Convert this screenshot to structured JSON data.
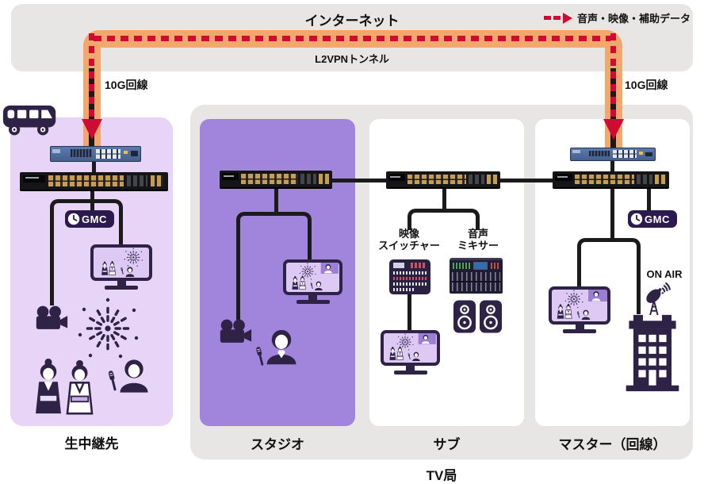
{
  "internet": {
    "title": "インターネット",
    "tunnel_label": "L2VPNトンネル",
    "line_label_left": "10G回線",
    "line_label_right": "10G回線"
  },
  "legend": {
    "flow_label": "音声・映像・補助データ"
  },
  "gmc": {
    "label": "GMC"
  },
  "sub": {
    "video_switcher_line1": "映像",
    "video_switcher_line2": "スイッチャー",
    "audio_mixer_line1": "音声",
    "audio_mixer_line2": "ミキサー"
  },
  "master": {
    "on_air_label": "ON AIR"
  },
  "panels": {
    "remote_label": "生中継先",
    "studio_label": "スタジオ",
    "sub_label": "サブ",
    "master_label": "マスター（回線）",
    "tv_station_label": "TV局"
  },
  "icons": [
    "bus",
    "video-camera",
    "fireworks",
    "kimono-person",
    "microphone",
    "reporter",
    "announcer",
    "monitor",
    "speaker",
    "satellite-dish",
    "broadcast-building",
    "clock",
    "router",
    "network-switch",
    "video-switcher",
    "audio-mixer",
    "down-arrow",
    "legend-arrow"
  ],
  "colors": {
    "tunnel_orange": "#f2a76d",
    "data_flow_red": "#cf0a33",
    "icon_dark_purple": "#2e2346",
    "remote_panel_purple": "#e7d4f6",
    "studio_panel_purple": "#a184dc",
    "zone_gray": "#e7e6e4",
    "line_black": "#1b1b1b",
    "gmc_badge_purple": "#2b1a4e"
  }
}
